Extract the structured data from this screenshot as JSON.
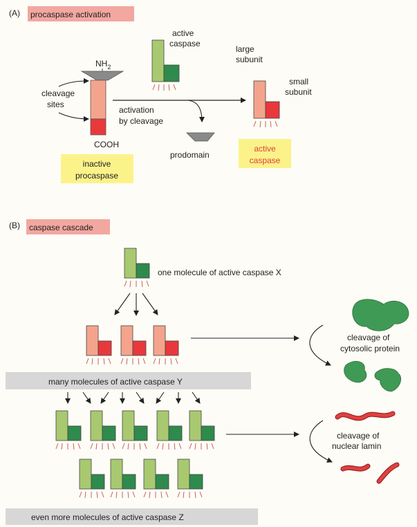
{
  "panel_a": {
    "tag": "(A)",
    "title": "procaspase activation",
    "nh2": "NH",
    "nh2_sub": "2",
    "cleavage_line1": "cleavage",
    "cleavage_line2": "sites",
    "cooh": "COOH",
    "inactive_line1": "inactive",
    "inactive_line2": "procaspase",
    "active_caspase_top_line1": "active",
    "active_caspase_top_line2": "caspase",
    "activation_line1": "activation",
    "activation_line2": "by cleavage",
    "prodomain": "prodomain",
    "large_line1": "large",
    "large_line2": "subunit",
    "small_line1": "small",
    "small_line2": "subunit",
    "active_result_line1": "active",
    "active_result_line2": "caspase"
  },
  "panel_b": {
    "tag": "(B)",
    "title": "caspase cascade",
    "caspase_x": "one molecule of active caspase X",
    "caspase_y": "many molecules of active caspase Y",
    "caspase_z": "even more molecules of active caspase Z",
    "cytosolic_line1": "cleavage of",
    "cytosolic_line2": "cytosolic protein",
    "lamin_line1": "cleavage of",
    "lamin_line2": "nuclear lamin"
  },
  "colors": {
    "title_highlight": "#f2a7a0",
    "label_highlight": "#fbf38a",
    "pale_green": "#a8c970",
    "dark_green": "#2f8a4d",
    "salmon": "#f4a48c",
    "red": "#e8383c",
    "gray_bar": "#d7d7d7",
    "active_text": "#e0403a"
  }
}
